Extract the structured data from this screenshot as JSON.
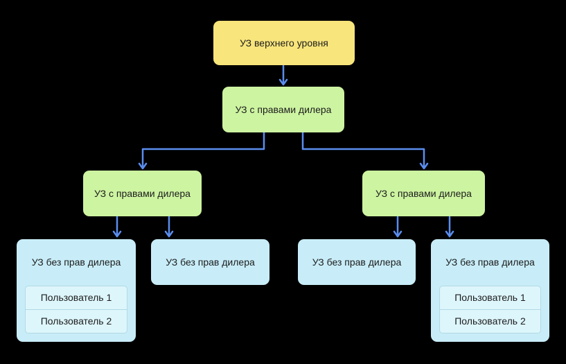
{
  "diagram": {
    "title": "Account hierarchy diagram",
    "background_color": "#000000",
    "arrow_color": "#5b8def",
    "colors": {
      "top_level_fill": "#f8e57b",
      "dealer_fill": "#cdf4a1",
      "no_dealer_fill": "#c8edf8",
      "user_item_fill": "#ddf6fc",
      "user_item_border": "#b2d9e5",
      "text": "#1c1c1c"
    },
    "nodes": {
      "root": {
        "label": "УЗ верхнего уровня"
      },
      "dealer_l2": {
        "label": "УЗ с правами дилера"
      },
      "dealer_l3_left": {
        "label": "УЗ с правами дилера"
      },
      "dealer_l3_right": {
        "label": "УЗ с правами дилера"
      },
      "no_dealer_1": {
        "label": "УЗ без прав дилера",
        "users": [
          "Пользователь 1",
          "Пользователь 2"
        ]
      },
      "no_dealer_2": {
        "label": "УЗ без прав дилера"
      },
      "no_dealer_3": {
        "label": "УЗ без прав дилера"
      },
      "no_dealer_4": {
        "label": "УЗ без прав дилера",
        "users": [
          "Пользователь 1",
          "Пользователь 2"
        ]
      }
    },
    "edges": [
      {
        "from": "root",
        "to": "dealer_l2"
      },
      {
        "from": "dealer_l2",
        "to": "dealer_l3_left"
      },
      {
        "from": "dealer_l2",
        "to": "dealer_l3_right"
      },
      {
        "from": "dealer_l3_left",
        "to": "no_dealer_1"
      },
      {
        "from": "dealer_l3_left",
        "to": "no_dealer_2"
      },
      {
        "from": "dealer_l3_right",
        "to": "no_dealer_3"
      },
      {
        "from": "dealer_l3_right",
        "to": "no_dealer_4"
      }
    ]
  }
}
